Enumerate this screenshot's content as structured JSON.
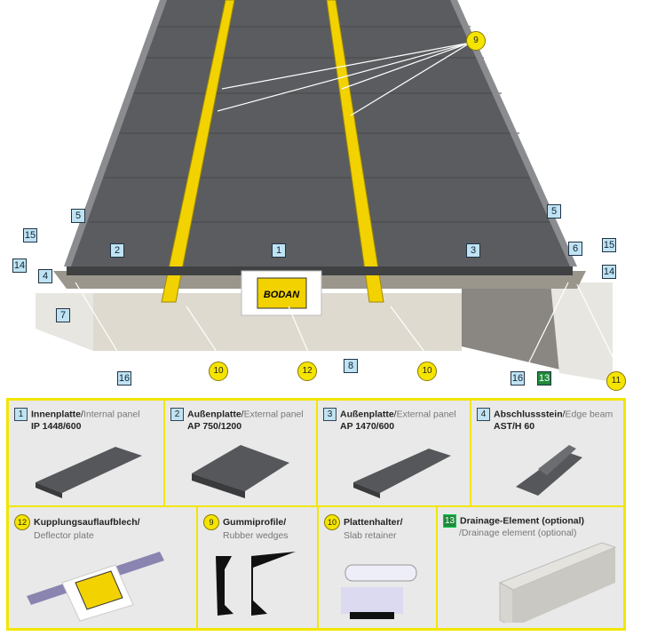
{
  "callouts": {
    "c1": "1",
    "c2": "2",
    "c3": "3",
    "c4": "4",
    "c5a": "5",
    "c5b": "5",
    "c6": "6",
    "c7": "7",
    "c8": "8",
    "c9": "9",
    "c10a": "10",
    "c10b": "10",
    "c11": "11",
    "c12": "12",
    "c13": "13",
    "c14a": "14",
    "c14b": "14",
    "c15a": "15",
    "c15b": "15",
    "c16a": "16",
    "c16b": "16"
  },
  "brand": "BODAN",
  "legend": [
    {
      "num": "1",
      "title": "Innenplatte",
      "slash": "/",
      "sub": "Internal panel",
      "code": "IP 1448/600"
    },
    {
      "num": "2",
      "title": "Außenplatte",
      "slash": "/",
      "sub": "External panel",
      "code": "AP 750/1200"
    },
    {
      "num": "3",
      "title": "Außenplatte",
      "slash": "/",
      "sub": "External panel",
      "code": "AP 1470/600"
    },
    {
      "num": "4",
      "title": "Abschlussstein",
      "slash": "/",
      "sub": "Edge beam",
      "code": "AST/H 60"
    },
    {
      "num": "12",
      "title": "Kupplungsauflaufblech/",
      "sub": "Deflector plate"
    },
    {
      "num": "9",
      "title": "Gummiprofile/",
      "sub": "Rubber wedges"
    },
    {
      "num": "10",
      "title": "Plattenhalter/",
      "sub": "Slab retainer"
    },
    {
      "num": "13",
      "title": "Drainage-Element (optional)",
      "sub": "/Drainage element (optional)"
    }
  ],
  "colors": {
    "panel": "#55575a",
    "rail": "#f2d200",
    "label": "#bfe3f3",
    "circle": "#f5e400",
    "drain": "#1f8a3a",
    "border": "#f2e600"
  }
}
